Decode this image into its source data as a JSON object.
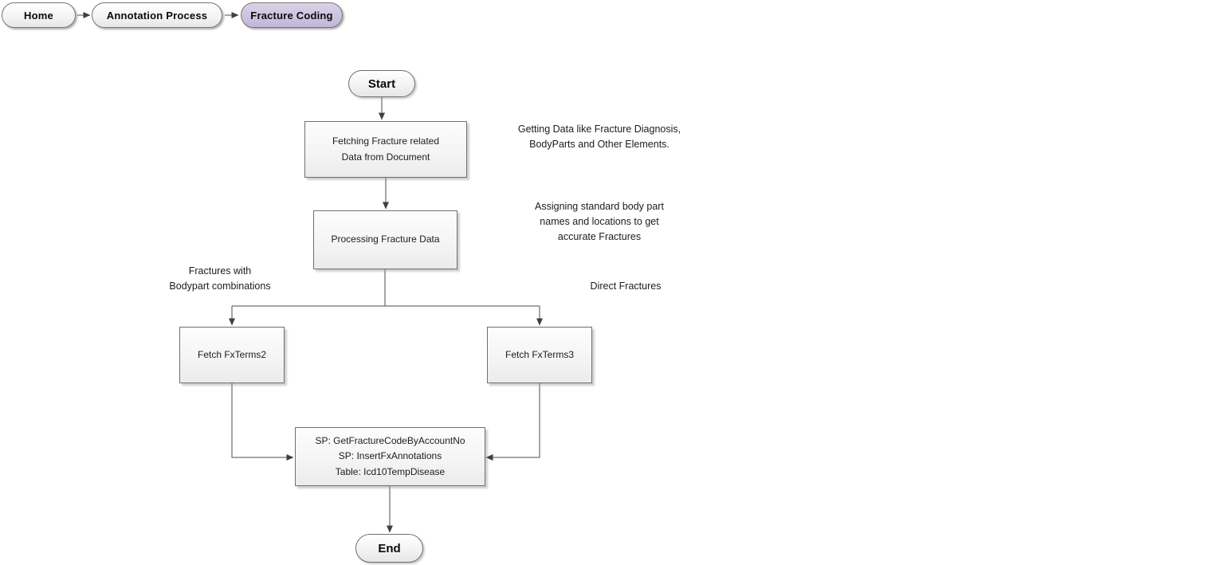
{
  "breadcrumb": {
    "home": "Home",
    "annotation_process": "Annotation Process",
    "fracture_coding": "Fracture Coding"
  },
  "flow": {
    "start_label": "Start",
    "fetch_doc_step": "Fetching Fracture related\nData from Document",
    "fetch_doc_note": "Getting Data like Fracture Diagnosis,\nBodyParts and Other Elements.",
    "processing_step": "Processing Fracture Data",
    "processing_note": "Assigning  standard body part\nnames and locations to get\naccurate Fractures",
    "left_branch_label": "Fractures with\nBodypart combinations",
    "right_branch_label": "Direct Fractures",
    "fetch_fxterms2_step": "Fetch FxTerms2",
    "fetch_fxterms3_step": "Fetch FxTerms3",
    "sp_step": "SP: GetFractureCodeByAccountNo\nSP: InsertFxAnnotations\nTable: Icd10TempDisease",
    "end_label": "End"
  },
  "colors": {
    "active_tab_fill": "#CCC3E0",
    "node_border": "#6F6F6F",
    "connector": "#4D4D4D",
    "canvas_background": "#FFFFFF"
  }
}
